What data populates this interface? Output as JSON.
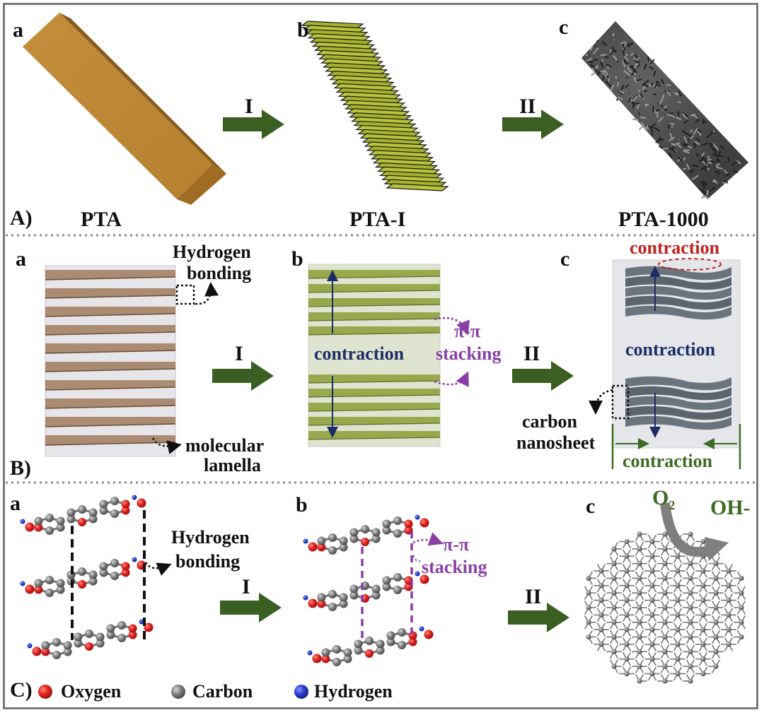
{
  "rowA": {
    "row_label": "A)",
    "panel_a": "a",
    "panel_b": "b",
    "panel_c": "c",
    "name_a": "PTA",
    "name_b": "PTA-I",
    "name_c": "PTA-1000",
    "step1": "I",
    "step2": "II"
  },
  "rowB": {
    "row_label": "B)",
    "panel_a": "a",
    "panel_b": "b",
    "panel_c": "c",
    "hydrogen_bonding_line1": "Hydrogen",
    "hydrogen_bonding_line2": "bonding",
    "molecular_lamella_line1": "molecular",
    "molecular_lamella_line2": "lamella",
    "contraction_b": "contraction",
    "pi_stacking_line1": "π-π",
    "pi_stacking_line2": "stacking",
    "contraction_top": "contraction",
    "contraction_mid": "contraction",
    "contraction_bottom": "contraction",
    "carbon_nanosheet_line1": "carbon",
    "carbon_nanosheet_line2": "nanosheet",
    "step1": "I",
    "step2": "II"
  },
  "rowC": {
    "row_label": "C)",
    "panel_a": "a",
    "panel_b": "b",
    "panel_c": "c",
    "hydrogen_bonding_line1": "Hydrogen",
    "hydrogen_bonding_line2": "bonding",
    "pi_stacking_line1": "π-π",
    "pi_stacking_line2": "stacking",
    "o2": "O",
    "o2_sub": "2",
    "oh": "OH-",
    "step1": "I",
    "step2": "II"
  },
  "legend": {
    "oxygen": "Oxygen",
    "carbon": "Carbon",
    "hydrogen": "Hydrogen"
  },
  "colors": {
    "arrow_green": "#3b5e22",
    "pta_brown": "#b07c2e",
    "pta_i_yellow": "#b7c43a",
    "lamella_brown": "#a07a5c",
    "stack_green": "#8fa23d",
    "sheet_gray": "#5c646e",
    "oxygen_red": "#e0231f",
    "carbon_gray": "#7a7a7a",
    "hydrogen_blue": "#2a3fd0",
    "pi_purple": "#8a3fa6",
    "contraction_navy": "#1d2c66",
    "contraction_red": "#c0221f",
    "contraction_green": "#3d6b22"
  }
}
